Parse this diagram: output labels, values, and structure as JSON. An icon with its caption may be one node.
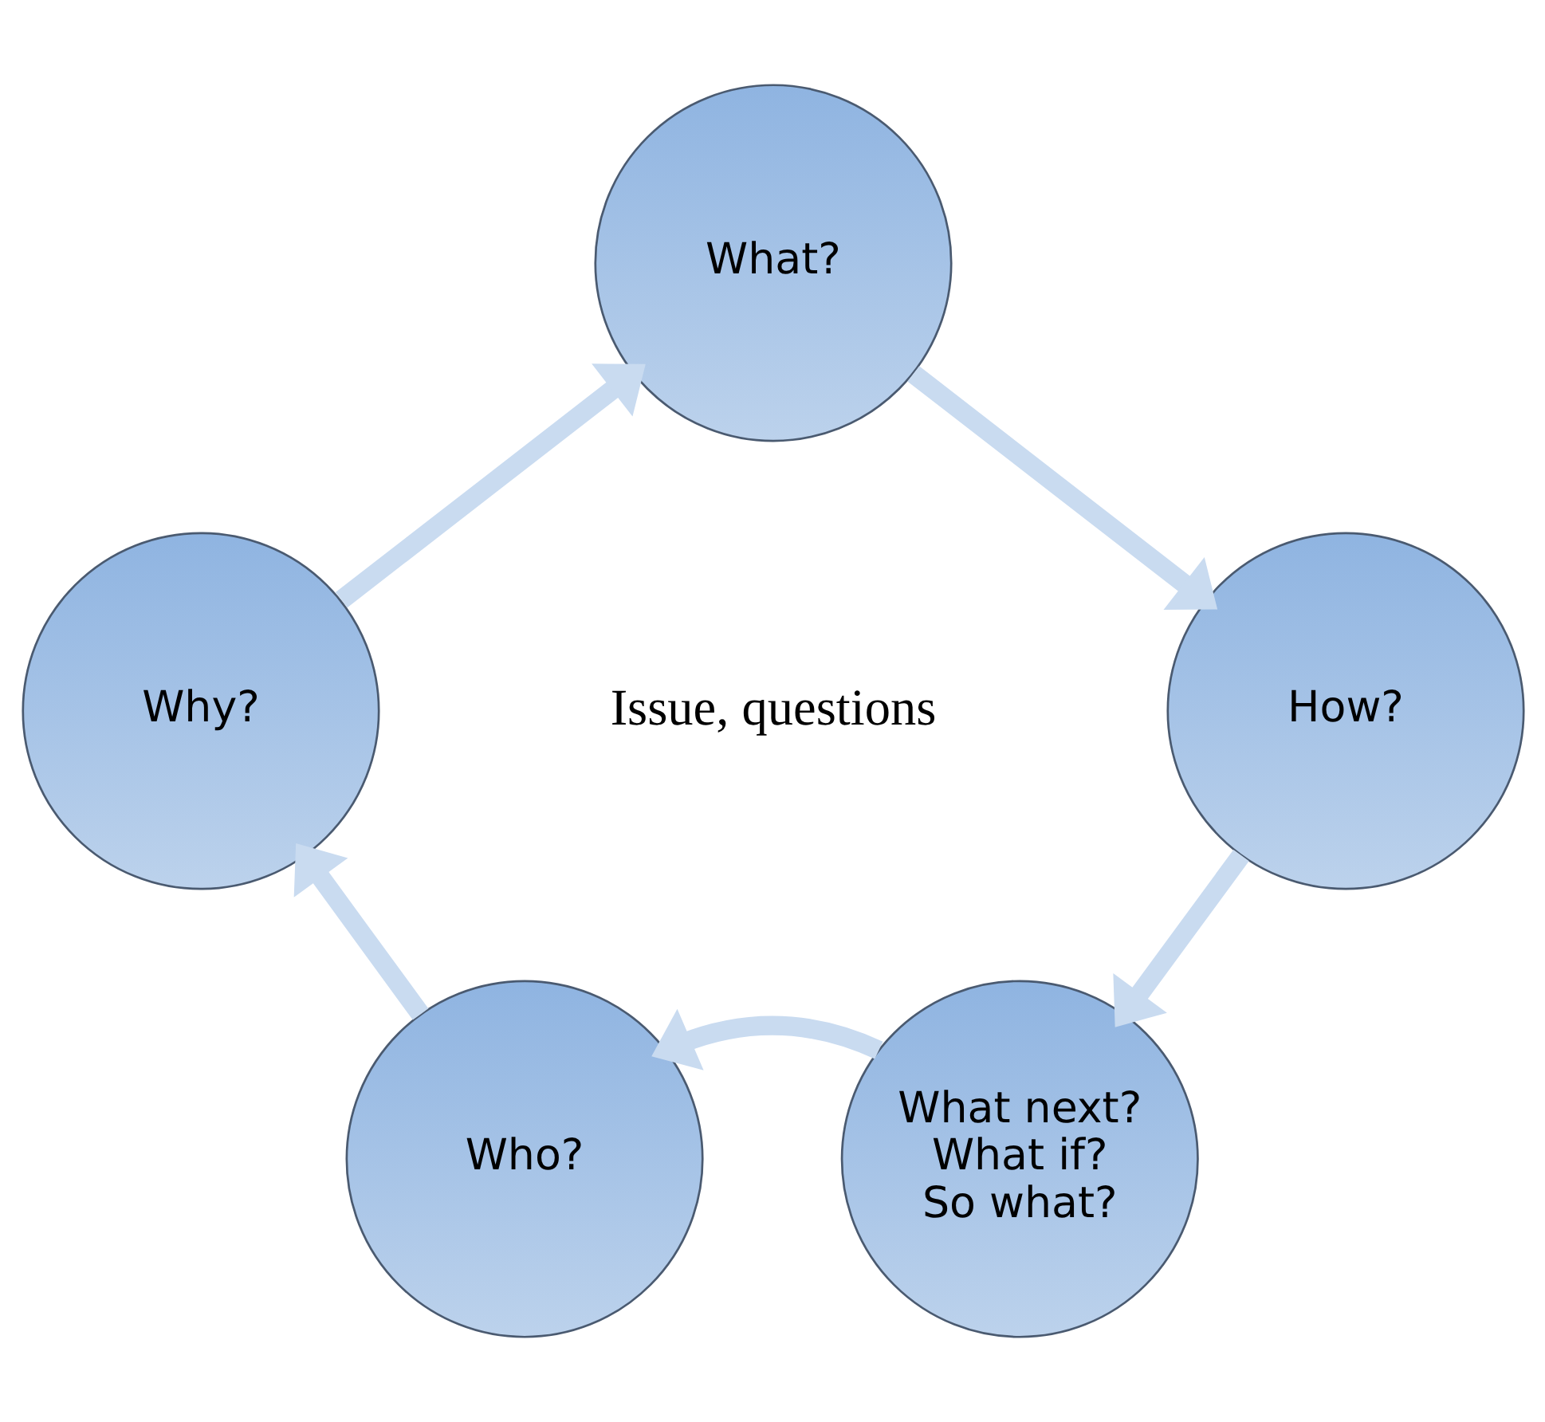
{
  "diagram": {
    "nodes": [
      {
        "text": [
          "What?"
        ]
      },
      {
        "text": [
          "How?"
        ]
      },
      {
        "text": [
          "What next? What if? So what?"
        ]
      },
      {
        "text": [
          "Who?"
        ]
      },
      {
        "text": [
          "Why?"
        ]
      }
    ],
    "edges": [
      {
        "from": 0,
        "to": 1,
        "arrow": "to"
      },
      {
        "from": 1,
        "to": 2,
        "arrow": "to"
      },
      {
        "from": 2,
        "to": 3,
        "arrow": "to"
      },
      {
        "from": 3,
        "to": 4,
        "arrow": "to"
      },
      {
        "from": 4,
        "to": 0,
        "arrow": "to"
      }
    ],
    "labels": [
      "Issue, questions"
    ]
  }
}
